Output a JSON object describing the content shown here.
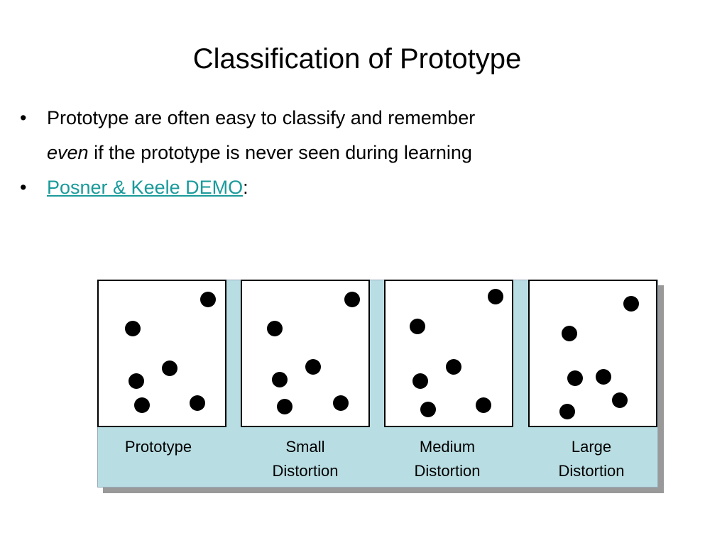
{
  "slide": {
    "title": "Classification of Prototype",
    "bullets": [
      {
        "marker": "•",
        "line1": "Prototype are often easy to classify and remember",
        "line2_em": "even",
        "line2_rest": " if the prototype is never seen during learning"
      },
      {
        "marker": "•",
        "link_text": "Posner & Keele DEMO",
        "suffix": ":"
      }
    ]
  },
  "figure": {
    "panels": [
      {
        "caption_line1": "Prototype",
        "caption_line2": ""
      },
      {
        "caption_line1": "Small",
        "caption_line2": "Distortion"
      },
      {
        "caption_line1": "Medium",
        "caption_line2": "Distortion"
      },
      {
        "caption_line1": "Large",
        "caption_line2": "Distortion"
      }
    ],
    "colors": {
      "background": "#b8dde2",
      "shadow": "#999999",
      "link": "#1a9a9a"
    }
  }
}
